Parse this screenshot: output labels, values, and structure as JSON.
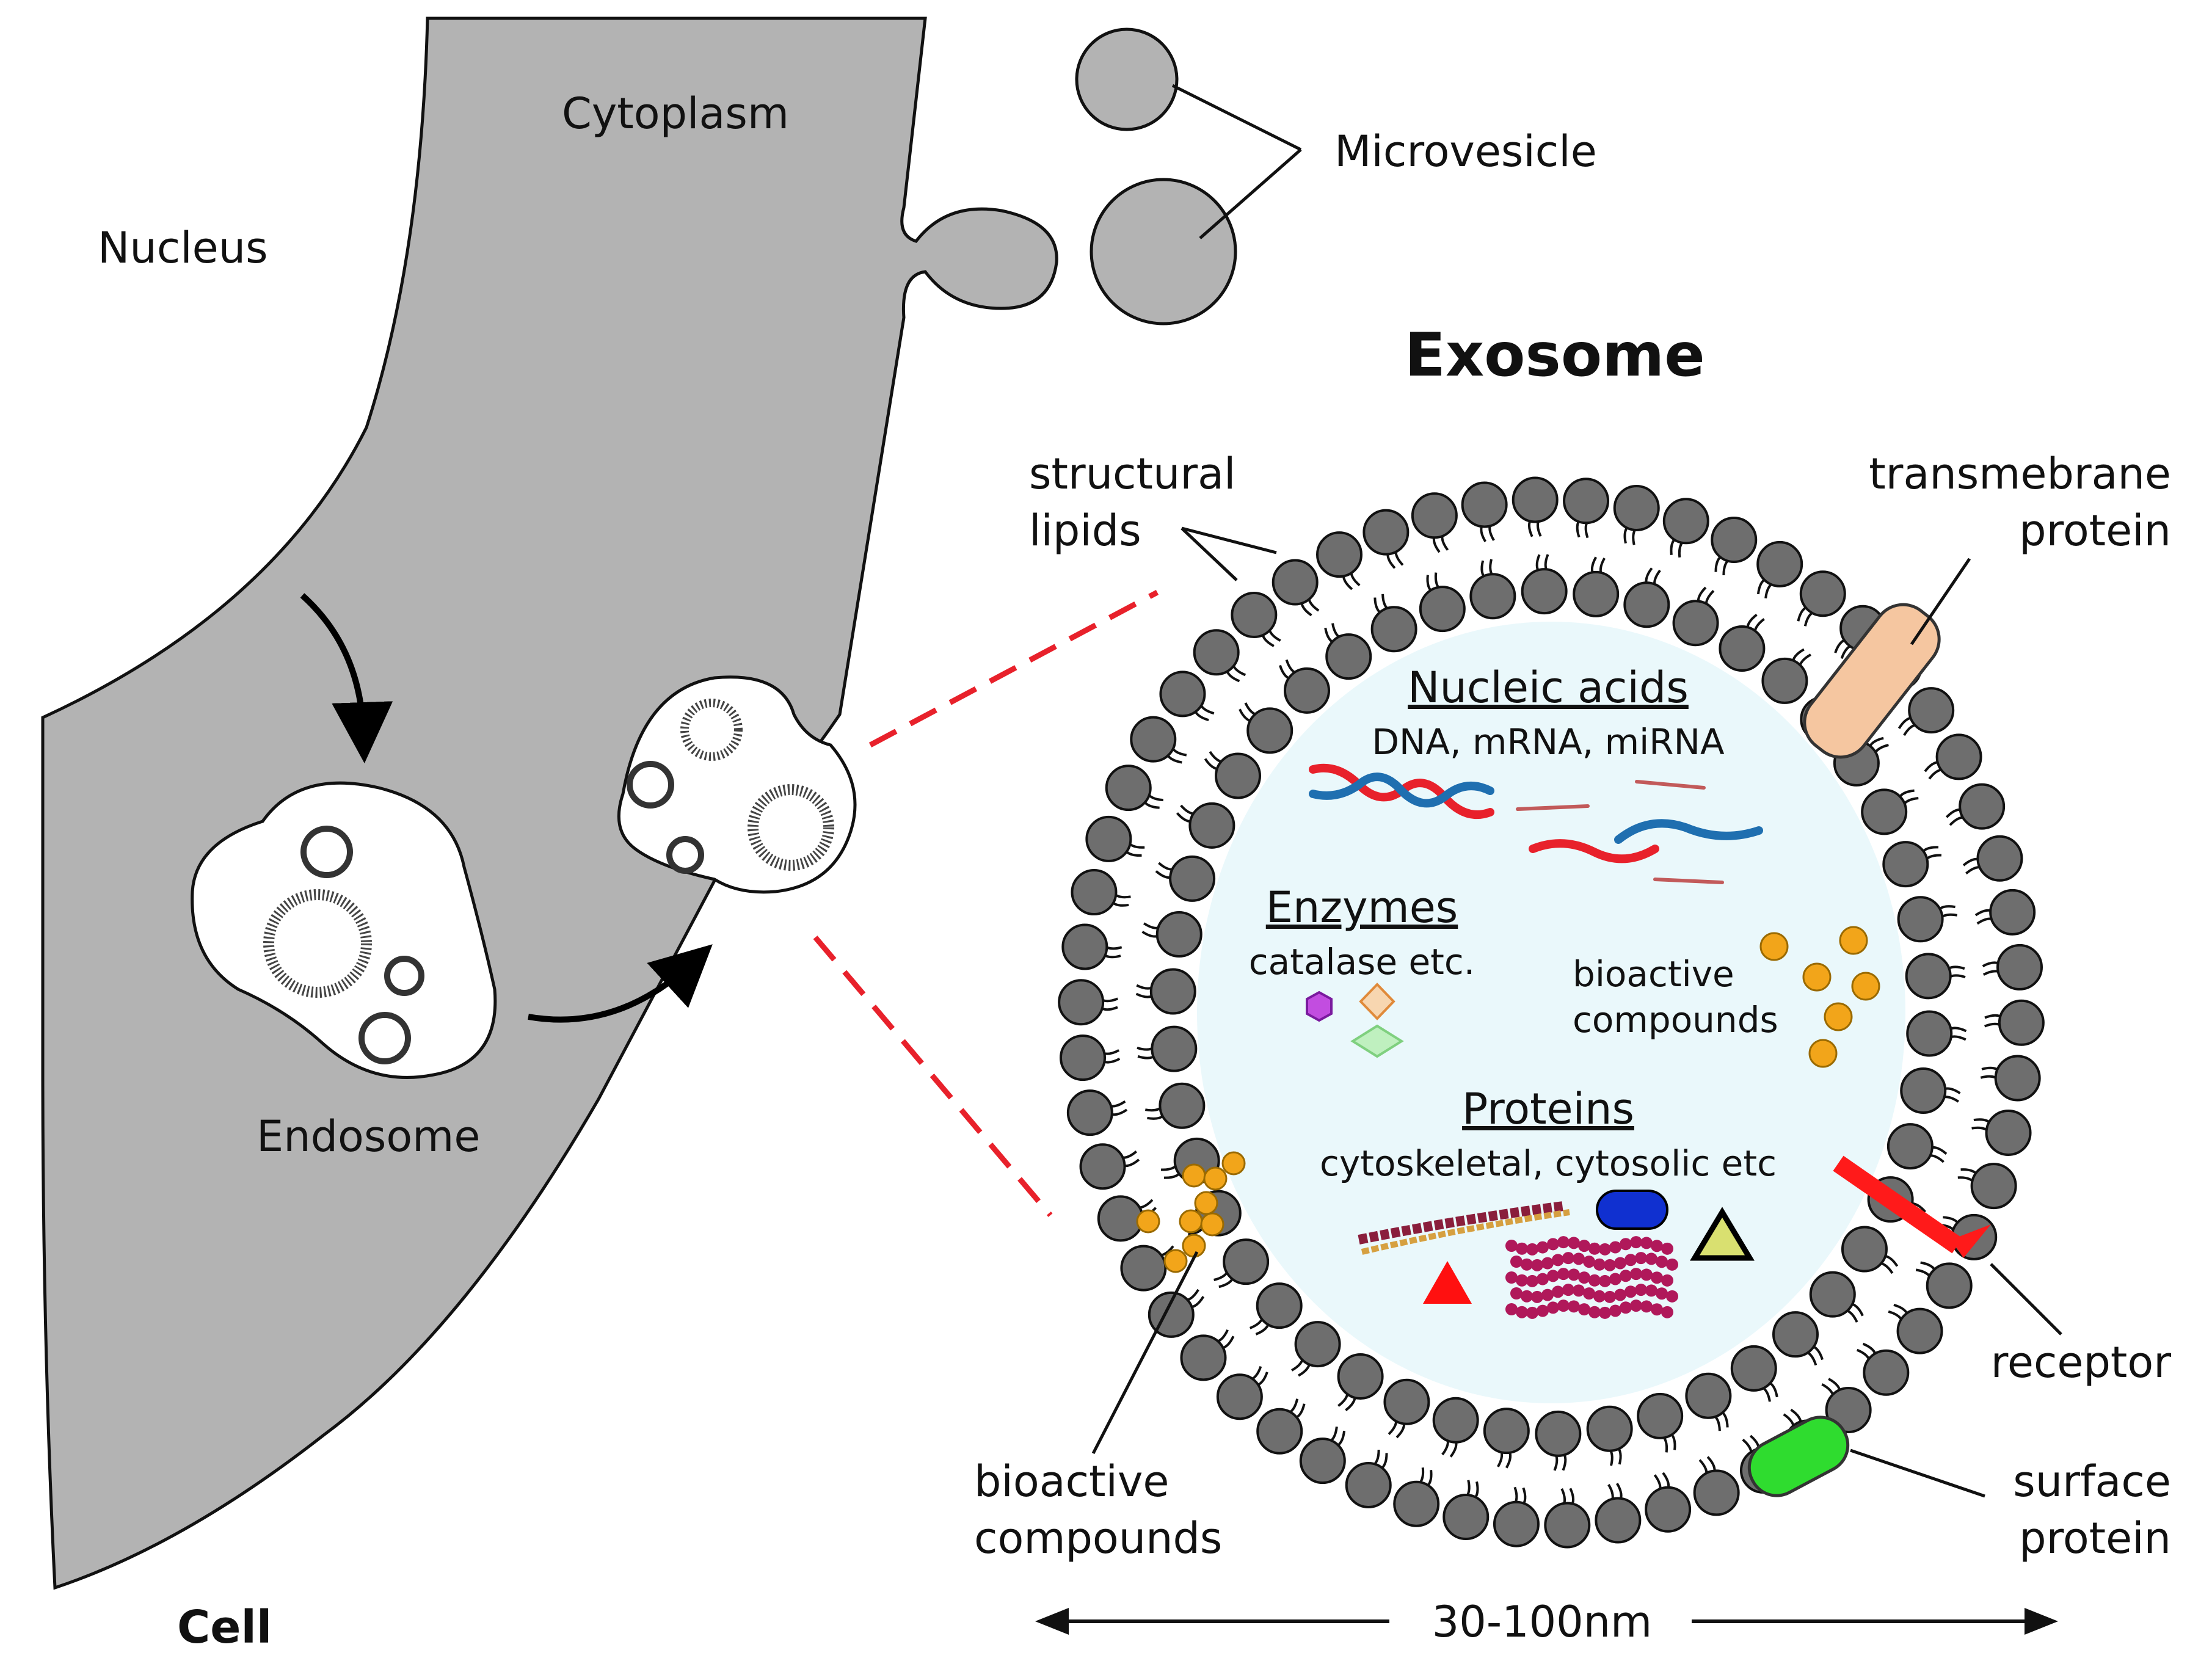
{
  "labels": {
    "nucleus": "Nucleus",
    "cytoplasm": "Cytoplasm",
    "microvesicle": "Microvesicle",
    "exosome": "Exosome",
    "structural_lipids_1": "structural",
    "structural_lipids_2": "lipids",
    "transmembrane_1": "transmebrane",
    "transmembrane_2": "protein",
    "nucleic_acids": "Nucleic acids",
    "nucleic_acids_sub": "DNA, mRNA, miRNA",
    "enzymes": "Enzymes",
    "enzymes_sub": "catalase etc.",
    "bioactive_inner_1": "bioactive",
    "bioactive_inner_2": "compounds",
    "proteins": "Proteins",
    "proteins_sub": "cytoskeletal, cytosolic etc",
    "receptor": "receptor",
    "surface_1": "surface",
    "surface_2": "protein",
    "bioactive_outer_1": "bioactive",
    "bioactive_outer_2": "compounds",
    "endosome": "Endosome",
    "cell": "Cell",
    "size": "30-100nm"
  },
  "colors": {
    "cell_gray": "#b3b3b3",
    "lipid_head": "#6e6e6e",
    "interior": "#eaf8fb",
    "dashed_red": "#e8212b",
    "dna_red": "#e8212b",
    "dna_blue": "#1f6fb0",
    "transmembrane": "#f5c6a0",
    "surface_protein": "#2fdc2f",
    "receptor": "#ff1a1a",
    "bioactive_orange": "#f2a51a",
    "protein_blue": "#1030d0",
    "protein_red_triangle": "#ff1010",
    "protein_yellow_triangle": "#d9e070",
    "filament_maroon": "#8a1e3c",
    "filament_orange": "#d6a040",
    "helix_magenta": "#b0185a"
  }
}
